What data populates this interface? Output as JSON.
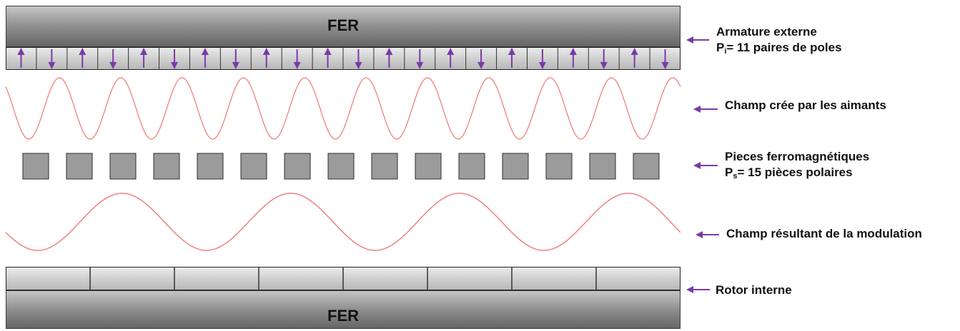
{
  "outer_iron": {
    "label": "FER"
  },
  "inner_iron": {
    "label": "FER"
  },
  "magnet_pole_pairs": 11,
  "pole_pieces_count": 15,
  "inner_rotor_segments": 8,
  "waves": {
    "magnet_field_periods": 11,
    "modulated_field_periods": 4
  },
  "labels": {
    "external_armature": {
      "title": "Armature externe",
      "line2_prefix": "P",
      "line2_sub": "i",
      "line2_suffix": "= 11 paires de poles"
    },
    "magnet_field": {
      "title": "Champ crée par les aimants"
    },
    "ferromagnetic_pieces": {
      "title": "Pieces ferromagnétiques",
      "line2_prefix": "P",
      "line2_sub": "s",
      "line2_suffix": "= 15 pièces polaires"
    },
    "modulated_field": {
      "title": "Champ résultant de la modulation"
    },
    "inner_rotor": {
      "title": "Rotor interne"
    }
  },
  "colors": {
    "arrow": "#7a3aa8",
    "wave": "#f08080",
    "pole_piece": "#9b9b9b"
  }
}
